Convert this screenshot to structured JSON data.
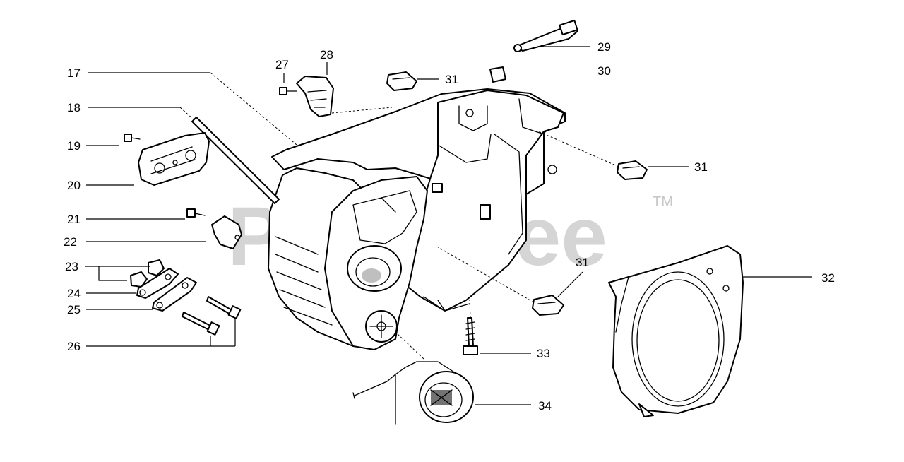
{
  "watermark": {
    "text": "PartsTree",
    "trademark": "TM"
  },
  "callouts": [
    {
      "id": "c17",
      "label": "17"
    },
    {
      "id": "c18",
      "label": "18"
    },
    {
      "id": "c19",
      "label": "19"
    },
    {
      "id": "c20",
      "label": "20"
    },
    {
      "id": "c21",
      "label": "21"
    },
    {
      "id": "c22",
      "label": "22"
    },
    {
      "id": "c23",
      "label": "23"
    },
    {
      "id": "c24",
      "label": "24"
    },
    {
      "id": "c25",
      "label": "25"
    },
    {
      "id": "c26",
      "label": "26"
    },
    {
      "id": "c27",
      "label": "27"
    },
    {
      "id": "c28",
      "label": "28"
    },
    {
      "id": "c29",
      "label": "29"
    },
    {
      "id": "c30",
      "label": "30"
    },
    {
      "id": "c31a",
      "label": "31"
    },
    {
      "id": "c31b",
      "label": "31"
    },
    {
      "id": "c31c",
      "label": "31"
    },
    {
      "id": "c32",
      "label": "32"
    },
    {
      "id": "c33",
      "label": "33"
    },
    {
      "id": "c34",
      "label": "34"
    }
  ]
}
